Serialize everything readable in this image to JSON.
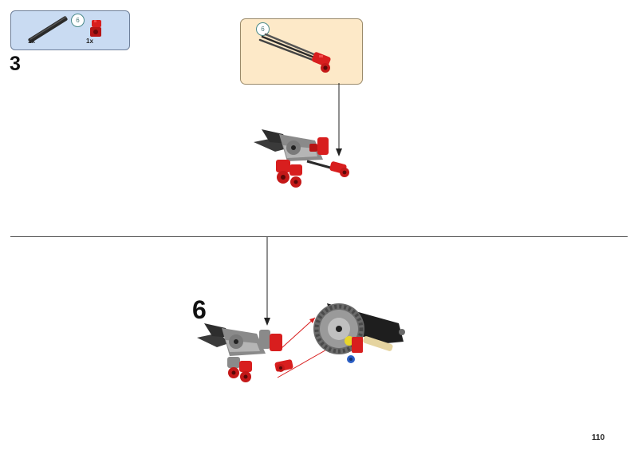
{
  "parts_list": {
    "items": [
      {
        "icon": "black-axle-part-icon",
        "qty": "1x",
        "callout": "6"
      },
      {
        "icon": "red-connector-part-icon",
        "qty": "1x"
      }
    ]
  },
  "steps": [
    {
      "number": "3",
      "sub_callout": "6"
    },
    {
      "number": "6"
    }
  ],
  "page_number": "110",
  "colors": {
    "parts_bg": "#c9dbf2",
    "subassembly_bg": "#fde9c8",
    "brick_red": "#d81e1e",
    "gray": "#9a9a9a",
    "black": "#1e1e1e"
  }
}
